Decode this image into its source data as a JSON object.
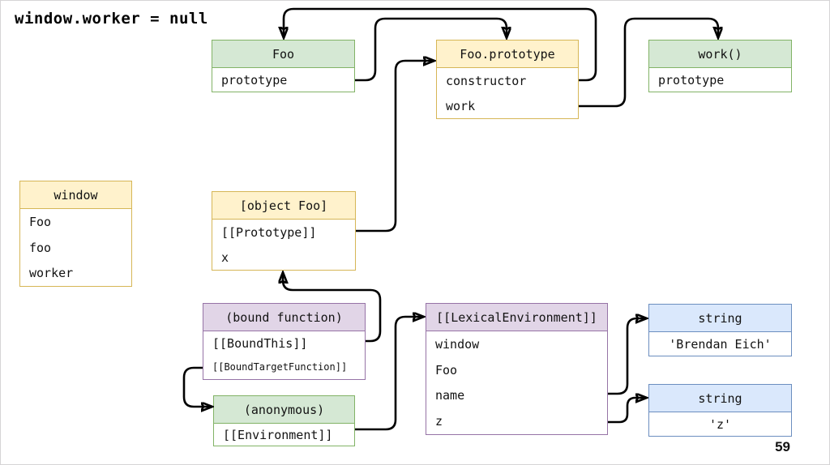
{
  "title": "window.worker = null",
  "page_number": "59",
  "colors": {
    "green_fill": "#d5e8d4",
    "green_border": "#82b366",
    "yellow_fill": "#fff2cc",
    "yellow_border": "#d6b656",
    "purple_fill": "#e1d5e7",
    "purple_border": "#9673a6",
    "blue_fill": "#dae8fc",
    "blue_border": "#6c8ebf",
    "arrow": "#000000",
    "background": "#ffffff"
  },
  "boxes": {
    "foo": {
      "header": "Foo",
      "rows": [
        "prototype"
      ]
    },
    "foo_prototype": {
      "header": "Foo.prototype",
      "rows": [
        "constructor",
        "work"
      ]
    },
    "work_fn": {
      "header": "work()",
      "rows": [
        "prototype"
      ]
    },
    "window_obj": {
      "header": "window",
      "rows": [
        "Foo",
        "foo",
        "worker"
      ]
    },
    "object_foo": {
      "header": "[object Foo]",
      "rows": [
        "[[Prototype]]",
        "x"
      ]
    },
    "bound_function": {
      "header": "(bound function)",
      "rows": [
        "[[BoundThis]]",
        "[[BoundTargetFunction]]"
      ]
    },
    "anonymous_fn": {
      "header": "(anonymous)",
      "rows": [
        "[[Environment]]"
      ]
    },
    "lexical_environment": {
      "header": "[[LexicalEnvironment]]",
      "rows": [
        "window",
        "Foo",
        "name",
        "z"
      ]
    },
    "string_brendan": {
      "header": "string",
      "rows": [
        "'Brendan Eich'"
      ]
    },
    "string_z": {
      "header": "string",
      "rows": [
        "'z'"
      ]
    }
  },
  "edges": [
    {
      "from": "foo_prototype.constructor",
      "to": "foo"
    },
    {
      "from": "foo.prototype",
      "to": "foo_prototype"
    },
    {
      "from": "foo_prototype.work",
      "to": "work_fn"
    },
    {
      "from": "object_foo.[[Prototype]]",
      "to": "foo_prototype"
    },
    {
      "from": "bound_function.[[BoundThis]]",
      "to": "object_foo"
    },
    {
      "from": "bound_function.[[BoundTargetFunction]]",
      "to": "anonymous_fn"
    },
    {
      "from": "anonymous_fn.[[Environment]]",
      "to": "lexical_environment"
    },
    {
      "from": "lexical_environment.name",
      "to": "string_brendan"
    },
    {
      "from": "lexical_environment.z",
      "to": "string_z"
    }
  ]
}
